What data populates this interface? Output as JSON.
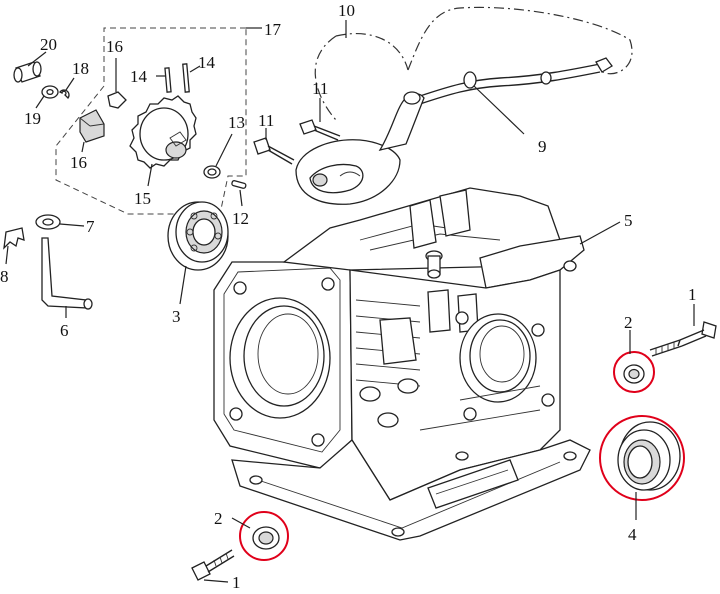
{
  "callouts": {
    "c1a": "1",
    "c1b": "1",
    "c2a": "2",
    "c2b": "2",
    "c3": "3",
    "c4": "4",
    "c5": "5",
    "c6": "6",
    "c7": "7",
    "c8": "8",
    "c9": "9",
    "c10": "10",
    "c11a": "11",
    "c11b": "11",
    "c12": "12",
    "c13": "13",
    "c14a": "14",
    "c14b": "14",
    "c15": "15",
    "c16a": "16",
    "c16b": "16",
    "c17": "17",
    "c18": "18",
    "c19": "19",
    "c20": "20"
  },
  "colors": {
    "line": "#222222",
    "highlight": "#e0001a",
    "background": "#ffffff"
  }
}
